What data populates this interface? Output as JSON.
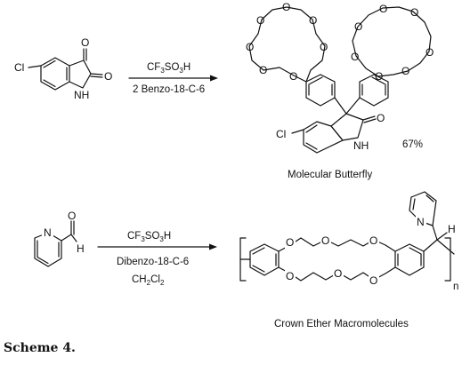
{
  "reaction1": {
    "reagent_line1": "CF",
    "reagent_sub1": "3",
    "reagent_line1b": "SO",
    "reagent_sub1b": "3",
    "reagent_line1c": "H",
    "reagent_line2": "2  Benzo-18-C-6",
    "yield": "67%",
    "product_caption": "Molecular Butterfly",
    "atoms": {
      "cl": "Cl",
      "o": "O",
      "nh": "NH"
    }
  },
  "reaction2": {
    "reagent_line1": "CF",
    "reagent_sub1": "3",
    "reagent_line1b": "SO",
    "reagent_sub1b": "3",
    "reagent_line1c": "H",
    "reagent_line2": "Dibenzo-18-C-6",
    "solvent": "CH",
    "solvent_sub": "2",
    "solvent_b": "Cl",
    "solvent_sub_b": "2",
    "product_caption": "Crown Ether Macromolecules",
    "repeat_label": "n",
    "atoms": {
      "n": "N",
      "h": "H",
      "o": "O"
    }
  },
  "scheme_title": "Scheme 4."
}
